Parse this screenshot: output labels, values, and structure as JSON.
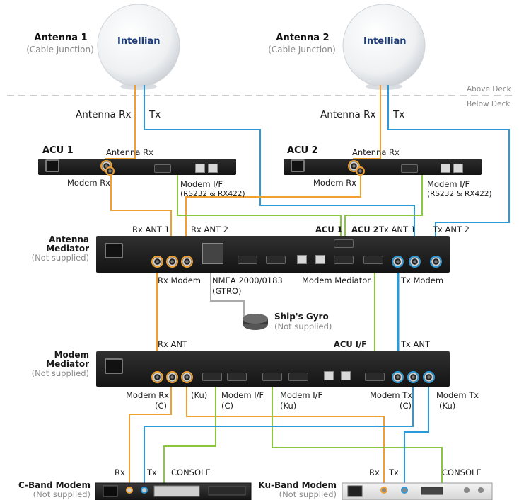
{
  "deck": {
    "above": "Above Deck",
    "below": "Below Deck"
  },
  "antenna1": {
    "name": "Antenna 1",
    "sub": "(Cable Junction)",
    "brand": "Intellian"
  },
  "antenna2": {
    "name": "Antenna 2",
    "sub": "(Cable Junction)",
    "brand": "Intellian"
  },
  "cables_top": {
    "a1_rx": "Antenna Rx",
    "a1_tx": "Tx",
    "a2_rx": "Antenna Rx",
    "a2_tx": "Tx"
  },
  "acu1": {
    "name": "ACU 1",
    "antenna_rx": "Antenna Rx",
    "modem_rx": "Modem Rx",
    "modem_if": "Modem I/F",
    "modem_if_sub": "(RS232 & RX422)"
  },
  "acu2": {
    "name": "ACU 2",
    "antenna_rx": "Antenna Rx",
    "modem_rx": "Modem Rx",
    "modem_if": "Modem I/F",
    "modem_if_sub": "(RS232 & RX422)"
  },
  "antenna_mediator": {
    "name_line1": "Antenna",
    "name_line2": "Mediator",
    "note": "(Not supplied)",
    "rx_ant1": "Rx ANT 1",
    "rx_ant2": "Rx ANT 2",
    "acu1": "ACU 1",
    "acu2": "ACU 2",
    "tx_ant1": "Tx ANT 1",
    "tx_ant2": "Tx ANT 2",
    "rx_modem": "Rx Modem",
    "nmea": "NMEA 2000/0183",
    "gtro": "(GTRO)",
    "modem_mediator": "Modem Mediator",
    "tx_modem": "Tx Modem"
  },
  "gyro": {
    "name": "Ship's Gyro",
    "note": "(Not supplied)"
  },
  "modem_mediator": {
    "name_line1": "Modem",
    "name_line2": "Mediator",
    "note": "(Not supplied)",
    "rx_ant": "Rx ANT",
    "acu_if": "ACU I/F",
    "tx_ant": "Tx ANT",
    "modem_rx": "Modem Rx",
    "modem_rx_c": "(C)",
    "ku": "(Ku)",
    "modem_if_c": "Modem I/F",
    "modem_if_c_sub": "(C)",
    "modem_if_ku": "Modem I/F",
    "modem_if_ku_sub": "(Ku)",
    "modem_tx_c": "Modem Tx",
    "modem_tx_c_sub": "(C)",
    "modem_tx_ku": "Modem Tx",
    "modem_tx_ku_sub": "(Ku)"
  },
  "cband": {
    "name": "C-Band Modem",
    "note": "(Not supplied)",
    "rx": "Rx",
    "tx": "Tx",
    "console": "CONSOLE"
  },
  "kuband": {
    "name": "Ku-Band Modem",
    "note": "(Not supplied)",
    "rx": "Rx",
    "tx": "Tx",
    "console": "CONSOLE"
  },
  "colors": {
    "rx": "#f0a030",
    "tx": "#2a9bd8",
    "if": "#8cc63f",
    "nmea": "#aaaaaa",
    "deck_line": "#bdbdbd",
    "panel": "#1e1e1e"
  }
}
